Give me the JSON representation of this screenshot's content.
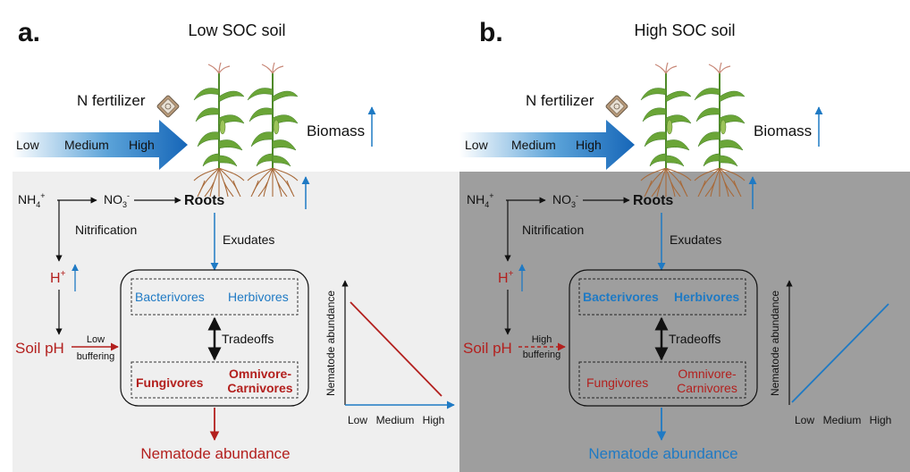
{
  "colors": {
    "blue": "#1f7ac4",
    "red": "#b3201e",
    "black": "#111111",
    "light_bg": "#efefef",
    "dark_bg": "#9e9e9e"
  },
  "panels": [
    {
      "letter": "a.",
      "title": "Low SOC soil",
      "fertilizer_label": "N fertilizer",
      "gradient_labels": [
        "Low",
        "Medium",
        "High"
      ],
      "biomass_label": "Biomass",
      "nh4": "NH",
      "no3": "NO",
      "roots": "Roots",
      "nitrification": "Nitrification",
      "exudates": "Exudates",
      "h_plus": "H",
      "soil_ph": "Soil pH",
      "buffering_1": "Low",
      "buffering_2": "buffering",
      "bacterivores": "Bacterivores",
      "herbivores": "Herbivores",
      "tradeoffs": "Tradeoffs",
      "fungivores": "Fungivores",
      "omnivore_1": "Omnivore-",
      "omnivore_2": "Carnivores",
      "nematode_abundance": "Nematode abundance",
      "mini_ylabel": "Nematode abundance",
      "mini_xticks": [
        "Low",
        "Medium",
        "High"
      ],
      "mini_trend": "decreasing"
    },
    {
      "letter": "b.",
      "title": "High SOC soil",
      "fertilizer_label": "N fertilizer",
      "gradient_labels": [
        "Low",
        "Medium",
        "High"
      ],
      "biomass_label": "Biomass",
      "nh4": "NH",
      "no3": "NO",
      "roots": "Roots",
      "nitrification": "Nitrification",
      "exudates": "Exudates",
      "h_plus": "H",
      "soil_ph": "Soil pH",
      "buffering_1": "High",
      "buffering_2": "buffering",
      "bacterivores": "Bacterivores",
      "herbivores": "Herbivores",
      "tradeoffs": "Tradeoffs",
      "fungivores": "Fungivores",
      "omnivore_1": "Omnivore-",
      "omnivore_2": "Carnivores",
      "nematode_abundance": "Nematode abundance",
      "mini_ylabel": "Nematode abundance",
      "mini_xticks": [
        "Low",
        "Medium",
        "High"
      ],
      "mini_trend": "increasing"
    }
  ],
  "sub_sup": {
    "nh4_sub": "4",
    "plus": "+",
    "no3_sub": "3",
    "minus": "-"
  }
}
